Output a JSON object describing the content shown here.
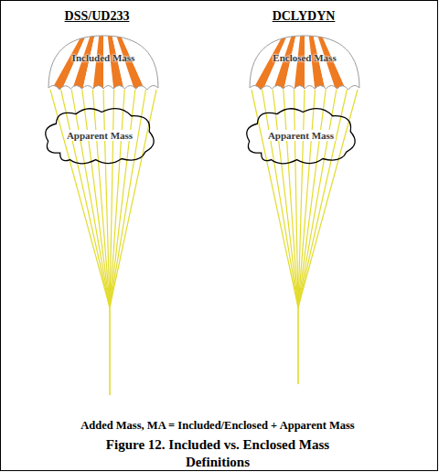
{
  "diagram": {
    "caption": "Figure 12. Included vs. Enclosed Mass Definitions",
    "nodes": [
      {
        "text": [
          "Included Mass"
        ]
      },
      {
        "text": [
          "Apparent Mass"
        ]
      },
      {
        "text": [
          "Enclosed Mass"
        ]
      },
      {
        "text": [
          "Apparent Mass"
        ]
      }
    ],
    "labels": [
      "DSS/UD233",
      "DCLYDYN",
      "Added Mass, MA = Included/Enclosed + Apparent Mass"
    ]
  }
}
